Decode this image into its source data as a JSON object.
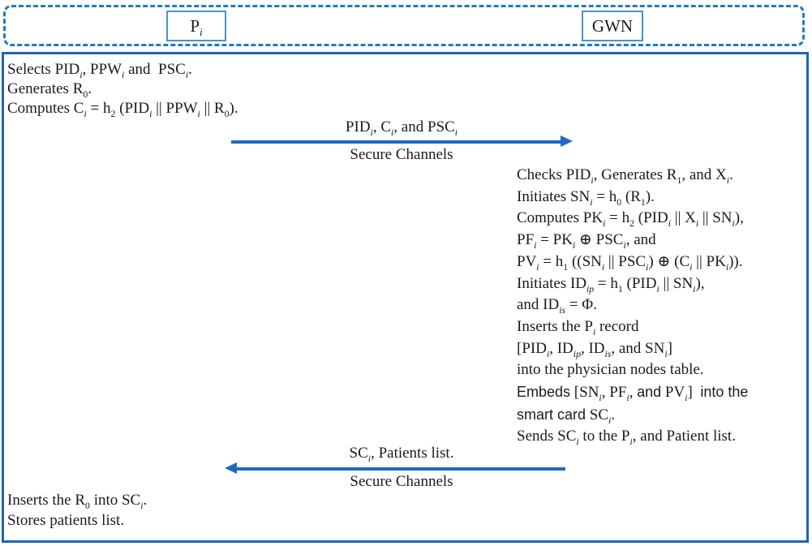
{
  "colors": {
    "dashed_border_blue": "#1e7ac6",
    "main_border_blue": "#2065b0",
    "actor_border_blue": "#4a90cc",
    "arrow_blue": "#1b6cc2",
    "text": "#1b1b1b"
  },
  "actors": {
    "left_label_html": "P<sub>i</sub>",
    "right_label": "GWN"
  },
  "left_top_block": {
    "lines": [
      "Selects PID<sub>i</sub>, PPW<sub>i</sub> and&nbsp; PSC<sub>i</sub>.",
      "Generates R<sub class=\"n\">0</sub>.",
      "Computes C<sub>i</sub> = h<sub class=\"n\">2</sub> (PID<sub>i</sub> || PPW<sub>i</sub> || R<sub class=\"n\">0</sub>)."
    ]
  },
  "message1": {
    "direction": "right",
    "label_html": "PID<sub>i</sub>, C<sub>i</sub>, and PSC<sub>i</sub>",
    "channel": "Secure Channels"
  },
  "gwn_block": {
    "lines": [
      "Checks PID<sub>i</sub>, Generates R<sub class=\"n\">1</sub>, and X<sub>i</sub>.",
      "Initiates SN<sub>i</sub> = h<sub class=\"n\">0</sub> (R<sub class=\"n\">1</sub>).",
      "Computes PK<sub>i</sub> = h<sub class=\"n\">2</sub> (PID<sub>i</sub> || X<sub>i</sub> || SN<sub>i</sub>),",
      "PF<sub>i</sub> = PK<sub>i</sub> ⊕ PSC<sub>i</sub>, and",
      "PV<sub>i</sub> = h<sub class=\"n\">1</sub> ((SN<sub>i</sub> || PSC<sub>i</sub>) ⊕ (C<sub>i</sub> || PK<sub>i</sub>)).",
      "Initiates ID<sub>ip</sub> = h<sub class=\"n\">1</sub> (PID<sub>i</sub> || SN<sub>i</sub>),",
      "and ID<sub>is</sub> = Φ.",
      "Inserts the P<sub>i</sub> record",
      "[PID<sub>i</sub>, ID<sub>ip</sub>, ID<sub>is</sub>, and SN<sub>i</sub>]",
      "into the physician nodes table.",
      "<span class=\"sans\">Embeds</span> [SN<sub>i</sub>, PF<sub>i</sub>, <span class=\"sans\">and</span> PV<sub>i</sub>] &nbsp;<span class=\"sans\">into the</span>",
      "<span class=\"sans\">smart card</span> SC<sub>i</sub>.",
      "Sends SC<sub>i</sub> to the P<sub>i</sub>, and Patient list."
    ]
  },
  "message2": {
    "direction": "left",
    "label_html": "SC<sub>i</sub>, Patients list.",
    "channel": "Secure Channels"
  },
  "left_bottom_block": {
    "lines": [
      "Inserts the R<sub class=\"n\">0</sub> into SC<sub>i</sub>.",
      "Stores patients list."
    ]
  }
}
